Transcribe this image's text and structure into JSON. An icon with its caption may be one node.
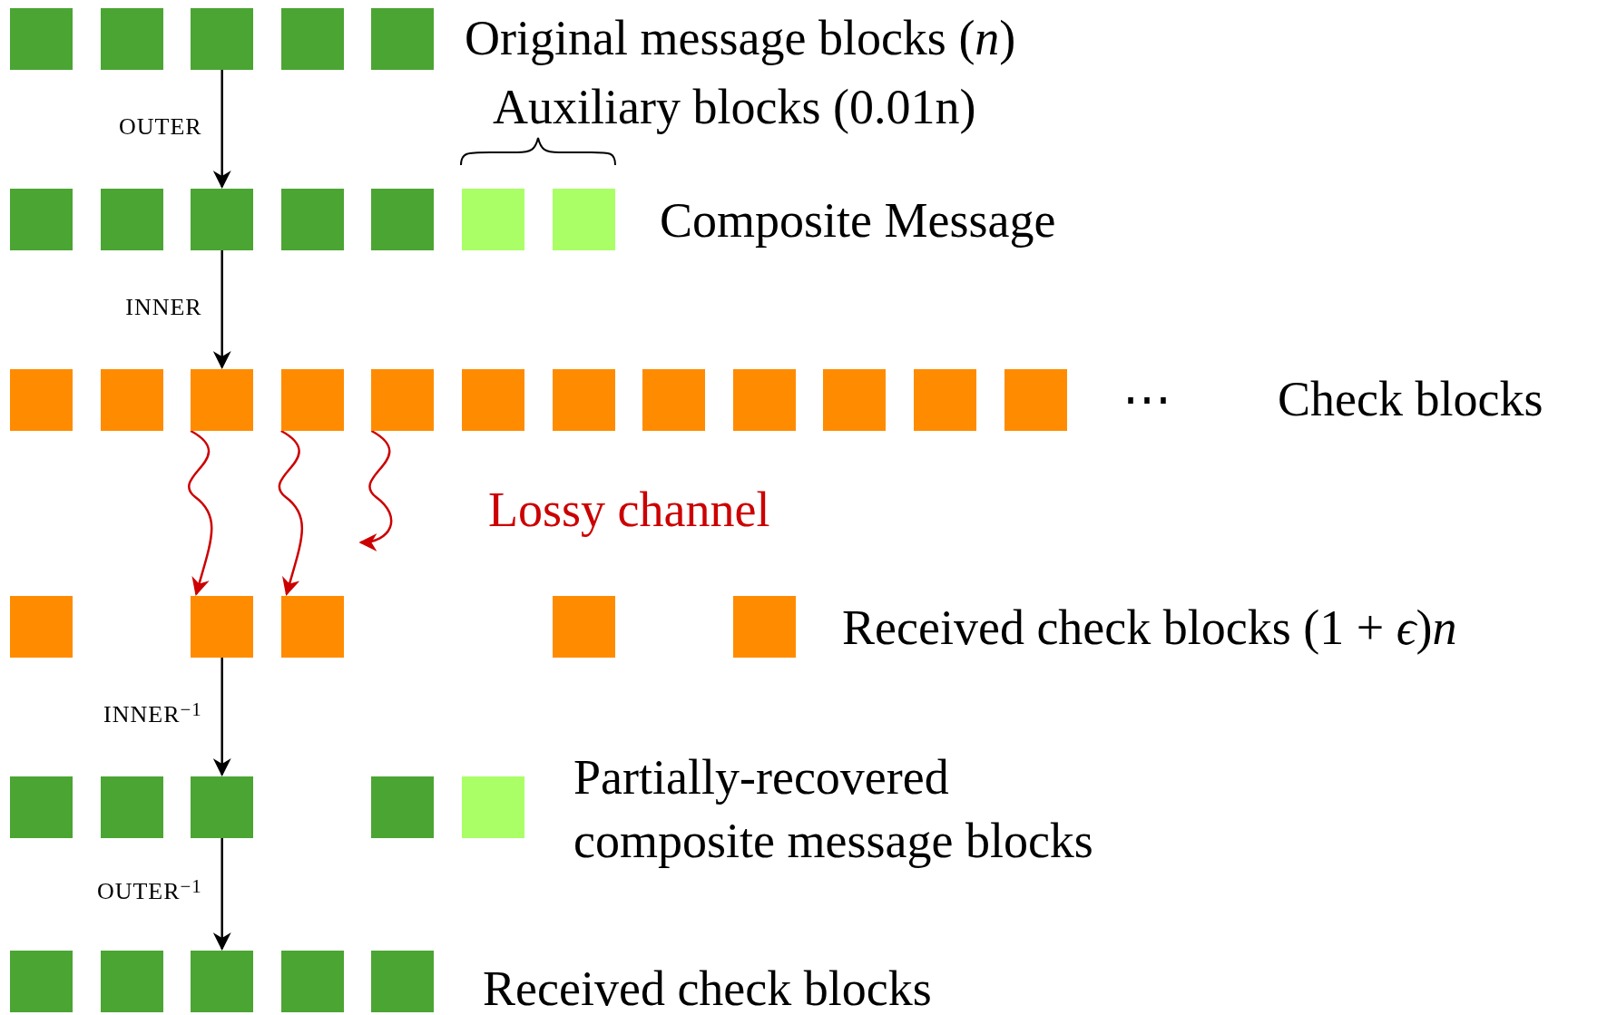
{
  "diagram": {
    "nodes": [
      {
        "text": [],
        "shape": "box"
      },
      {
        "text": [],
        "shape": "box"
      },
      {
        "text": [],
        "shape": "box"
      },
      {
        "text": [],
        "shape": "box"
      },
      {
        "text": [],
        "shape": "box"
      },
      {
        "text": [],
        "shape": "box"
      },
      {
        "text": [],
        "shape": "box"
      },
      {
        "text": [],
        "shape": "box"
      },
      {
        "text": [],
        "shape": "box"
      },
      {
        "text": [],
        "shape": "box"
      },
      {
        "text": [],
        "shape": "box"
      },
      {
        "text": [],
        "shape": "box"
      },
      {
        "text": [],
        "shape": "box"
      },
      {
        "text": [],
        "shape": "box"
      },
      {
        "text": [],
        "shape": "box"
      },
      {
        "text": [],
        "shape": "box"
      },
      {
        "text": [],
        "shape": "box"
      },
      {
        "text": [],
        "shape": "box"
      },
      {
        "text": [],
        "shape": "box"
      },
      {
        "text": [],
        "shape": "box"
      },
      {
        "text": [],
        "shape": "box"
      },
      {
        "text": [],
        "shape": "box"
      },
      {
        "text": [],
        "shape": "box"
      },
      {
        "text": [],
        "shape": "box"
      },
      {
        "text": [],
        "shape": "box"
      },
      {
        "text": [],
        "shape": "box"
      },
      {
        "text": [],
        "shape": "box"
      },
      {
        "text": [],
        "shape": "box"
      },
      {
        "text": [],
        "shape": "box"
      },
      {
        "text": [],
        "shape": "box"
      },
      {
        "text": [],
        "shape": "box"
      },
      {
        "text": [],
        "shape": "box"
      },
      {
        "text": [],
        "shape": "box"
      },
      {
        "text": [],
        "shape": "box"
      },
      {
        "text": [],
        "shape": "box"
      },
      {
        "text": [],
        "shape": "box"
      },
      {
        "text": [],
        "shape": "box"
      },
      {
        "text": [],
        "shape": "box"
      },
      {
        "text": [],
        "shape": "box"
      }
    ],
    "edges": [
      {
        "from": 2,
        "to": 7,
        "arrow": "to",
        "label": "OUTER"
      },
      {
        "from": 7,
        "to": 14,
        "arrow": "to",
        "label": "INNER"
      },
      {
        "from": 14,
        "to": 25,
        "arrow": "to",
        "color": "#cc0000"
      },
      {
        "from": 15,
        "to": 26,
        "arrow": "to",
        "color": "#cc0000"
      },
      {
        "from": 16,
        "to": null,
        "arrow": "to",
        "color": "#cc0000"
      },
      {
        "from": 25,
        "to": 31,
        "arrow": "to",
        "label": "INNER$^{−1}$"
      },
      {
        "from": 31,
        "to": 36,
        "arrow": "to",
        "label": "OUTER$^{−1}$"
      }
    ],
    "labels": [
      "Original message blocks (*n*)",
      "Auxiliary blocks (0.01n)",
      "Composite Message",
      "⋯",
      "Check blocks",
      "Lossy channel",
      "Received check blocks (1 + *ϵ*)*n*",
      "Partially-recovered composite message blocks",
      "Received check blocks"
    ]
  }
}
